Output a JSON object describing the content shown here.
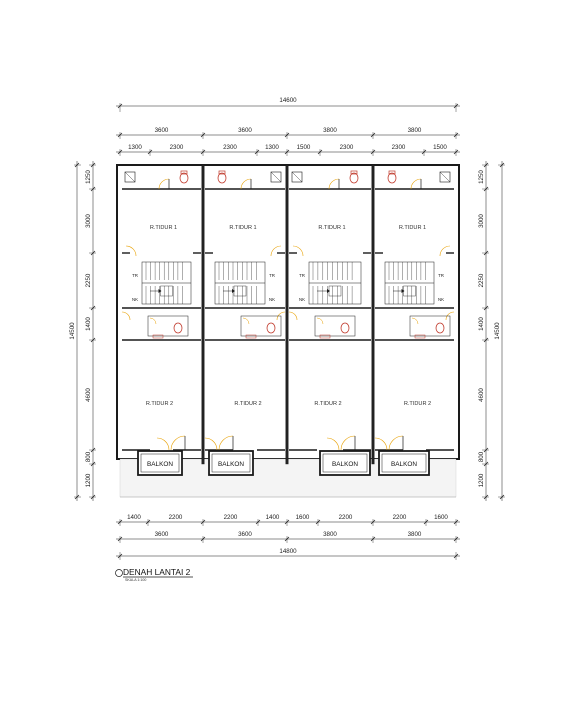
{
  "drawing": {
    "title": "DENAH LANTAI 2",
    "scale_note": "SKALA 1:100"
  },
  "dimensions": {
    "top_total": "14600",
    "top_units": [
      "3600",
      "3600",
      "3800",
      "3800"
    ],
    "top_parts": [
      "1300",
      "2300",
      "2300",
      "1300",
      "1500",
      "2300",
      "2300",
      "1500"
    ],
    "bottom_parts": [
      "1400",
      "2200",
      "2200",
      "1400",
      "1600",
      "2200",
      "2200",
      "1600"
    ],
    "bottom_units": [
      "3600",
      "3600",
      "3800",
      "3800"
    ],
    "bottom_total": "14800",
    "left_parts": [
      "1250",
      "3000",
      "2250",
      "1400",
      "4600",
      "800",
      "1200"
    ],
    "left_total": "14500",
    "right_parts": [
      "1250",
      "3000",
      "2250",
      "1400",
      "4600",
      "800",
      "1200"
    ],
    "right_total": "14500"
  },
  "rooms": {
    "top_bedroom": "R.TIDUR 1",
    "bottom_bedroom": "R.TIDUR 2",
    "balcony": "BALKON",
    "stair_tr": "TR",
    "stair_nk": "NK"
  },
  "colors": {
    "line": "#1a1a1a",
    "door": "#e8a000",
    "sanitary": "#c0392b"
  }
}
